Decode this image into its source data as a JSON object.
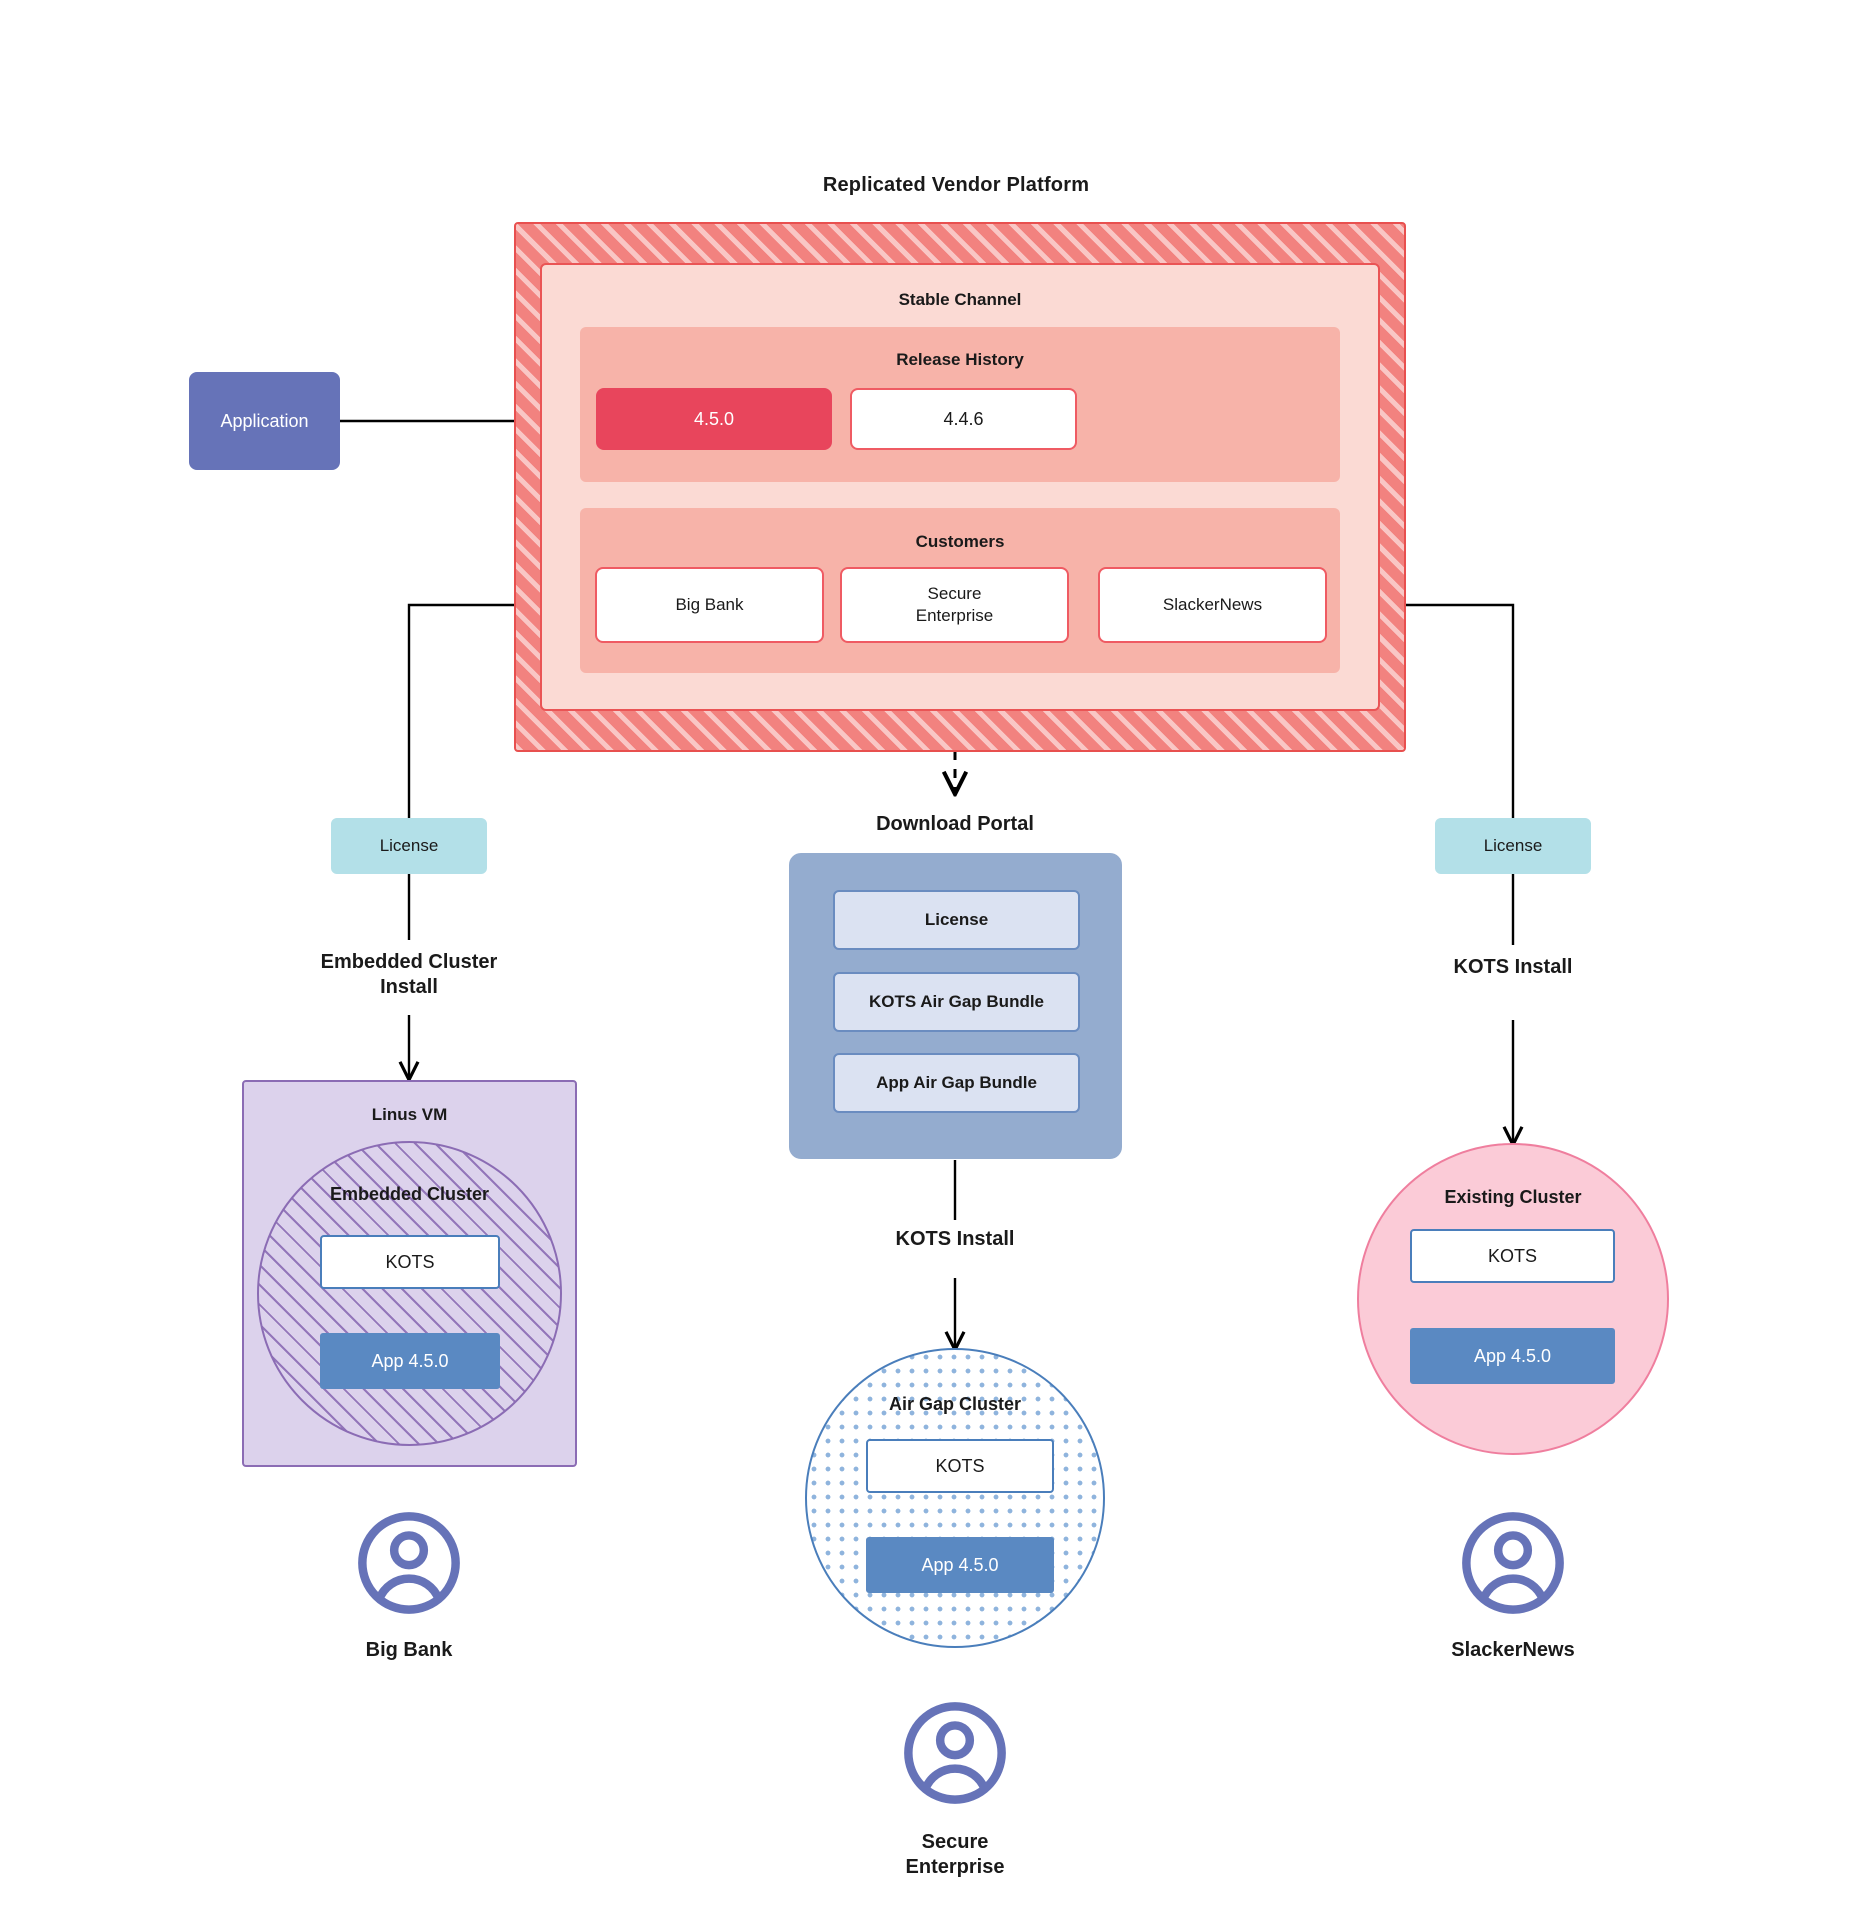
{
  "platform": {
    "title": "Replicated Vendor Platform",
    "channel_title": "Stable Channel",
    "release_history": {
      "title": "Release History",
      "releases": [
        {
          "version": "4.5.0",
          "state": "current"
        },
        {
          "version": "4.4.6",
          "state": "previous"
        }
      ]
    },
    "customers_panel": {
      "title": "Customers",
      "customers": [
        {
          "name": "Big Bank"
        },
        {
          "name": "Secure\nEnterprise"
        },
        {
          "name": "SlackerNews"
        }
      ]
    }
  },
  "application": {
    "label": "Application"
  },
  "licenses": {
    "left_label": "License",
    "right_label": "License"
  },
  "flows": {
    "embedded_cluster_install": "Embedded Cluster\nInstall",
    "kots_install_right": "KOTS Install",
    "kots_install_center": "KOTS Install"
  },
  "download_portal": {
    "title": "Download  Portal",
    "items": [
      {
        "label": "License"
      },
      {
        "label": "KOTS Air Gap Bundle"
      },
      {
        "label": "App Air Gap Bundle"
      }
    ]
  },
  "deployments": {
    "big_bank": {
      "vm_title": "Linus VM",
      "cluster_title": "Embedded Cluster",
      "kots_label": "KOTS",
      "app_label": "App 4.5.0",
      "persona": "Big Bank"
    },
    "secure_enterprise": {
      "cluster_title": "Air Gap Cluster",
      "kots_label": "KOTS",
      "app_label": "App 4.5.0",
      "persona": "Secure\nEnterprise"
    },
    "slackernews": {
      "cluster_title": "Existing Cluster",
      "kots_label": "KOTS",
      "app_label": "App 4.5.0",
      "persona": "SlackerNews"
    }
  },
  "colors": {
    "platform_fill": "#f2827f",
    "platform_border": "#e8504f",
    "channel_fill": "#fbdad4",
    "subpanel_fill": "#f7b3a9",
    "release_current": "#e8455c",
    "customer_border": "#ef5b63",
    "application_fill": "#6673b8",
    "license_fill": "#b3e0e8",
    "portal_fill": "#94accf",
    "portal_item_fill": "#dbe2f2",
    "vm_fill": "#dcd2ec",
    "vm_border": "#8b6cb4",
    "airgap_border": "#4a7ebb",
    "existing_fill": "#fbcbd7",
    "existing_border": "#ef7e9e",
    "app_box_fill": "#5a89c2",
    "persona_icon": "#6673b8"
  }
}
